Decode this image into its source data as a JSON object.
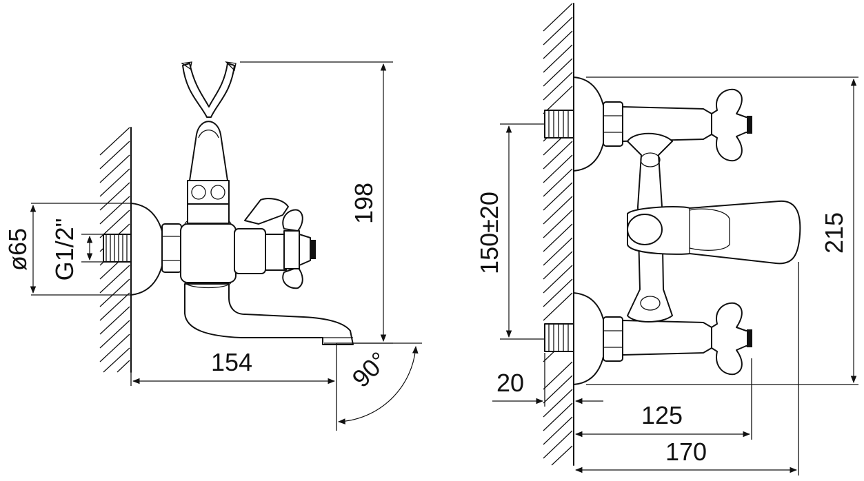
{
  "side_view": {
    "dim_diameter": "ø65",
    "dim_thread": "G1/2\"",
    "dim_height": "198",
    "dim_reach": "154",
    "dim_angle": "90°"
  },
  "front_view": {
    "dim_centers": "150±20",
    "dim_height": "215",
    "dim_wall": "20",
    "dim_depth_inner": "125",
    "dim_depth_outer": "170"
  }
}
